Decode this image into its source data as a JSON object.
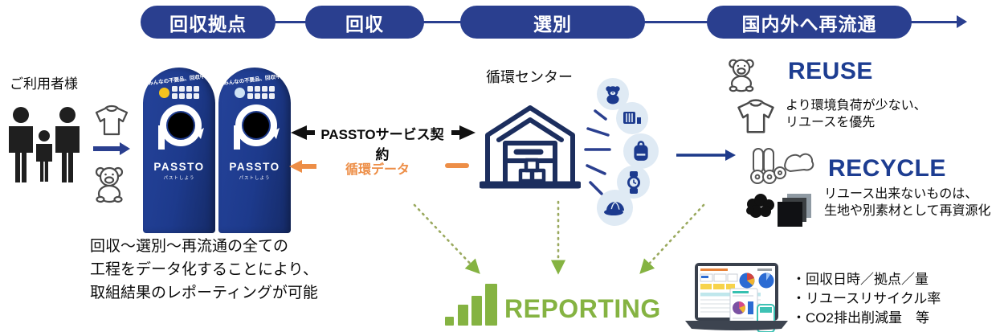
{
  "flow_steps": [
    {
      "label": "回収拠点"
    },
    {
      "label": "回収"
    },
    {
      "label": "選別"
    },
    {
      "label": "国内外へ再流通"
    }
  ],
  "users": {
    "label": "ご利用者様"
  },
  "passto_box": {
    "header": "みんなの不要品、回収中！",
    "brand": "PASSTO",
    "tagline": "パストしよう"
  },
  "caption": {
    "line1": "回収〜選別〜再流通の全ての",
    "line2": "工程をデータ化することにより、",
    "line3": "取組結果のレポーティングが可能"
  },
  "contract": {
    "label": "PASSTOサービス契約"
  },
  "circular_data": {
    "label": "循環データ"
  },
  "center": {
    "label": "循環センター"
  },
  "reuse": {
    "title": "REUSE",
    "desc1": "より環境負荷が少ない、",
    "desc2": "リユースを優先"
  },
  "recycle": {
    "title": "RECYCLE",
    "desc1": "リユース出来ないものは、",
    "desc2": "生地や別素材として再資源化"
  },
  "reporting": {
    "title": "REPORTING",
    "bullets": [
      "・回収日時／拠点／量",
      "・リユースリサイクル率",
      "・CO2排出削減量　等"
    ]
  },
  "colors": {
    "navy": "#2a3f8f",
    "box_navy": "#1d3a8c",
    "icon_navy": "#1c3a8e",
    "orange": "#ed8e47",
    "green": "#85b342",
    "title_blue": "#1d3d91",
    "item_circle_bg": "#dfeaf4"
  },
  "icons": {
    "flow-arrow": "→",
    "contract-arrow-left": "←",
    "contract-arrow-right": "→",
    "data-arrow-left": "←",
    "bar-chart": "▁▃▅▇"
  }
}
